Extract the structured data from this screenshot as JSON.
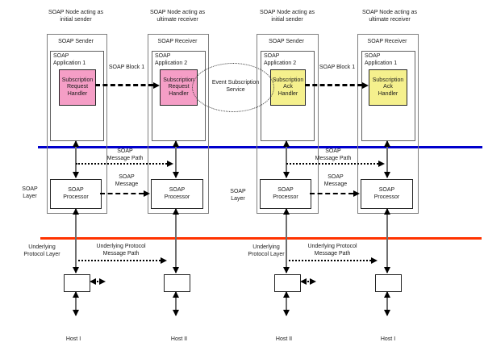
{
  "colors": {
    "soap_layer_line": "#0000cc",
    "underlying_layer_line": "#ff3300",
    "request_handler_fill": "#f59ec6",
    "ack_handler_fill": "#f5f08d"
  },
  "columns": [
    {
      "caption": "SOAP Node acting as\ninitial sender",
      "header": "SOAP Sender",
      "app_label": "SOAP\nApplication 1",
      "handler_label": "Subscription\nRequest\nHandler",
      "handler_color": "#f59ec6",
      "processor_label": "SOAP\nProcessor",
      "host_label": "Host I"
    },
    {
      "caption": "SOAP Node acting as\nultimate receiver",
      "header": "SOAP Receiver",
      "app_label": "SOAP\nApplication 2",
      "handler_label": "Subscription\nRequest\nHandler",
      "handler_color": "#f59ec6",
      "processor_label": "SOAP\nProcessor",
      "host_label": "Host II"
    },
    {
      "caption": "SOAP Node acting as\ninitial sender",
      "header": "SOAP Sender",
      "app_label": "SOAP\nApplication 2",
      "handler_label": "Subscription\nAck\nHandler",
      "handler_color": "#f5f08d",
      "processor_label": "SOAP\nProcessor",
      "host_label": "Host II"
    },
    {
      "caption": "SOAP Node acting as\nultimate receiver",
      "header": "SOAP Receiver",
      "app_label": "SOAP\nApplication 1",
      "handler_label": "Subscription\nAck\nHandler",
      "handler_color": "#f5f08d",
      "processor_label": "SOAP\nProcessor",
      "host_label": "Host I"
    }
  ],
  "halves": [
    {
      "soap_block": "SOAP Block 1",
      "message_path": "SOAP\nMessage Path",
      "message": "SOAP\nMessage",
      "soap_layer": "SOAP\nLayer",
      "underlying_layer": "Underlying\nProtocol Layer",
      "underlying_path": "Underlying Protocol\nMessage Path"
    },
    {
      "soap_block": "SOAP Block 1",
      "message_path": "SOAP\nMessage Path",
      "message": "SOAP\nMessage",
      "soap_layer": "SOAP\nLayer",
      "underlying_layer": "Underlying\nProtocol Layer",
      "underlying_path": "Underlying Protocol\nMessage Path"
    }
  ],
  "ellipse": {
    "label": "Event Subscription\nService"
  }
}
